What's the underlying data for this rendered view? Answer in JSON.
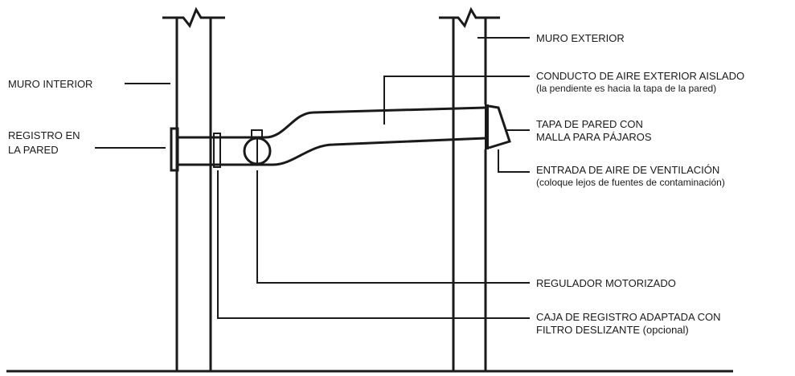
{
  "labels": {
    "interior_wall": "MURO INTERIOR",
    "exterior_wall": "MURO EXTERIOR",
    "wall_register_line1": "REGISTRO EN",
    "wall_register_line2": "LA PARED",
    "duct_line1": "CONDUCTO DE AIRE EXTERIOR AISLADO",
    "duct_line2": "(la pendiente es hacia la tapa de la pared)",
    "wall_cap_line1": "TAPA DE PARED CON",
    "wall_cap_line2": "MALLA PARA PÁJAROS",
    "air_intake_line1": "ENTRADA DE AIRE DE VENTILACIÓN",
    "air_intake_line2": "(coloque lejos de fuentes de contaminación)",
    "damper": "REGULADOR MOTORIZADO",
    "filter_box_line1": "CAJA DE REGISTRO ADAPTADA CON",
    "filter_box_line2a": "FILTRO DESLIZANTE",
    "filter_box_line2b": " (opcional)"
  }
}
